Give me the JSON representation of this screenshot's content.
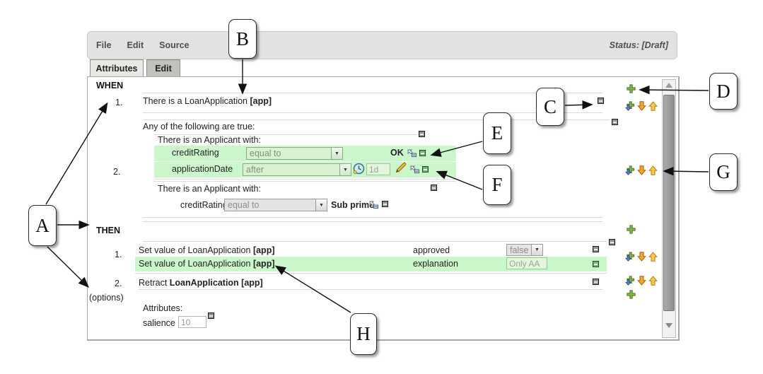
{
  "menubar": {
    "items": [
      "File",
      "Edit",
      "Source"
    ],
    "status": "Status: [Draft]"
  },
  "tabs": {
    "attributes": "Attributes",
    "edit": "Edit"
  },
  "when": {
    "keyword": "WHEN",
    "row1_number": "1.",
    "row1_text": "There is a LoanApplication",
    "row1_binding": "[app]",
    "group_number": "2.",
    "group_header": "Any of the following are true:",
    "applicant1_header": "There is an Applicant with:",
    "cond1_field": "creditRating",
    "cond1_operator": "equal to",
    "cond1_value": "OK",
    "cond2_field": "applicationDate",
    "cond2_operator": "after",
    "cond2_value": "1d",
    "applicant2_header": "There is an Applicant with:",
    "cond3_field": "creditRating",
    "cond3_operator": "equal to",
    "cond3_value": "Sub prime"
  },
  "then": {
    "keyword": "THEN",
    "action1_number": "1.",
    "action1_text": "Set value of LoanApplication",
    "action1_binding": "[app]",
    "action1_field": "approved",
    "action1_value": "false",
    "action2_text": "Set value of LoanApplication",
    "action2_binding": "[app]",
    "action2_field": "explanation",
    "action2_value": "Only AA",
    "action3_number": "2.",
    "action3_text": "Retract",
    "action3_binding": "LoanApplication [app]"
  },
  "footer": {
    "options": "(options)",
    "attributes_header": "Attributes:",
    "attribute_name": "salience",
    "attribute_value": "10"
  },
  "callouts": {
    "a": "A",
    "b": "B",
    "c": "C",
    "d": "D",
    "e": "E",
    "f": "F",
    "g": "G",
    "h": "H"
  },
  "icons": {
    "dropdown_arrow": "▼"
  },
  "colors": {
    "highlight_green": "#cbf8cb",
    "plus_green": "#7cb544",
    "arrow_orange": "#f6a728",
    "arrow_yellow": "#fac846"
  }
}
